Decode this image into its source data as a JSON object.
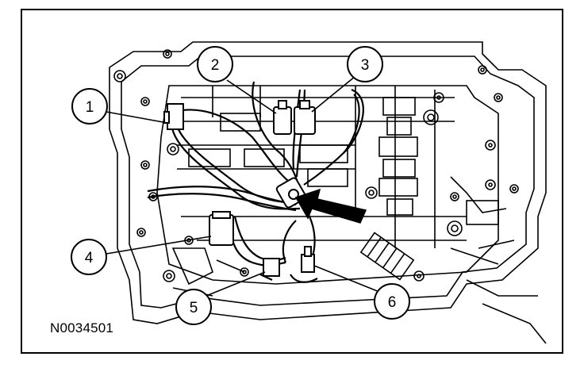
{
  "figure_id": "N0034501",
  "callouts": [
    {
      "label": "1"
    },
    {
      "label": "2"
    },
    {
      "label": "3"
    },
    {
      "label": "4"
    },
    {
      "label": "5"
    },
    {
      "label": "6"
    }
  ],
  "colors": {
    "ink": "#000000",
    "paper": "#ffffff"
  }
}
